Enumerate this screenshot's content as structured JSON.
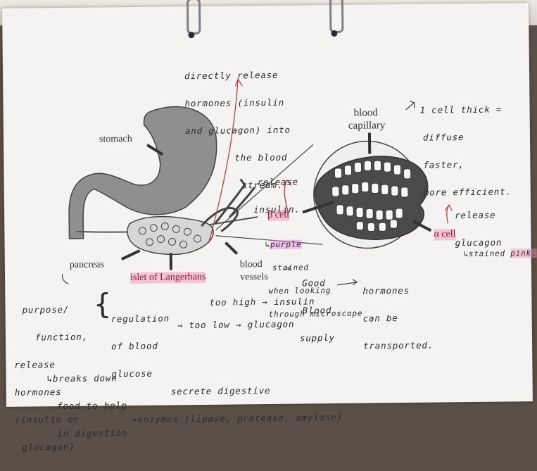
{
  "printed_labels": {
    "stomach": "stomach",
    "blood": "blood",
    "capillary": "capillary",
    "beta_cell": "β cell",
    "alpha_cell": "α cell",
    "pancreas": "pancreas",
    "islet": "islet of Langerhans",
    "blood2": "blood",
    "vessels": "vessels"
  },
  "notes": {
    "direct_release": [
      "directly release",
      "hormones (insulin",
      "and glucagon) into",
      "the blood",
      "stream."
    ],
    "cell_thick": [
      "1 cell thick =",
      "diffuse",
      "faster,",
      "more efficient."
    ],
    "release_insulin": [
      "release",
      "insulin."
    ],
    "release_glucagon": [
      "release",
      "glucagon"
    ],
    "beta_note_prefix": "↳",
    "beta_note_highlight": "purple",
    "beta_note": [
      "stained",
      "when looking",
      "through microscope"
    ],
    "alpha_note_prefix": "↳stained",
    "alpha_note_highlight": "pink.",
    "good_blood": [
      "Good",
      "Blood",
      "supply"
    ],
    "hormones_transported": [
      "hormones",
      "can be",
      "transported."
    ],
    "purpose": [
      "purpose/",
      "function,",
      "release",
      "hormones",
      "(insulin or",
      "glucagon)"
    ],
    "regulation": [
      "regulation",
      "of blood",
      "glucose"
    ],
    "too_high": "too high → insulin",
    "too_low": "→ too low → glucagon",
    "breaks_down": [
      "↳breaks down",
      "food to help",
      "in digestion"
    ],
    "secrete": [
      "secrete digestive",
      "→enzymes (lipase, protease, amylase)"
    ],
    "arrow_symbol": "⇒"
  },
  "colors": {
    "paper": "#f4f3f1",
    "highlight_pink": "#f08cb4",
    "highlight_purple": "#e58fe0",
    "red_pen": "#b8323c"
  }
}
